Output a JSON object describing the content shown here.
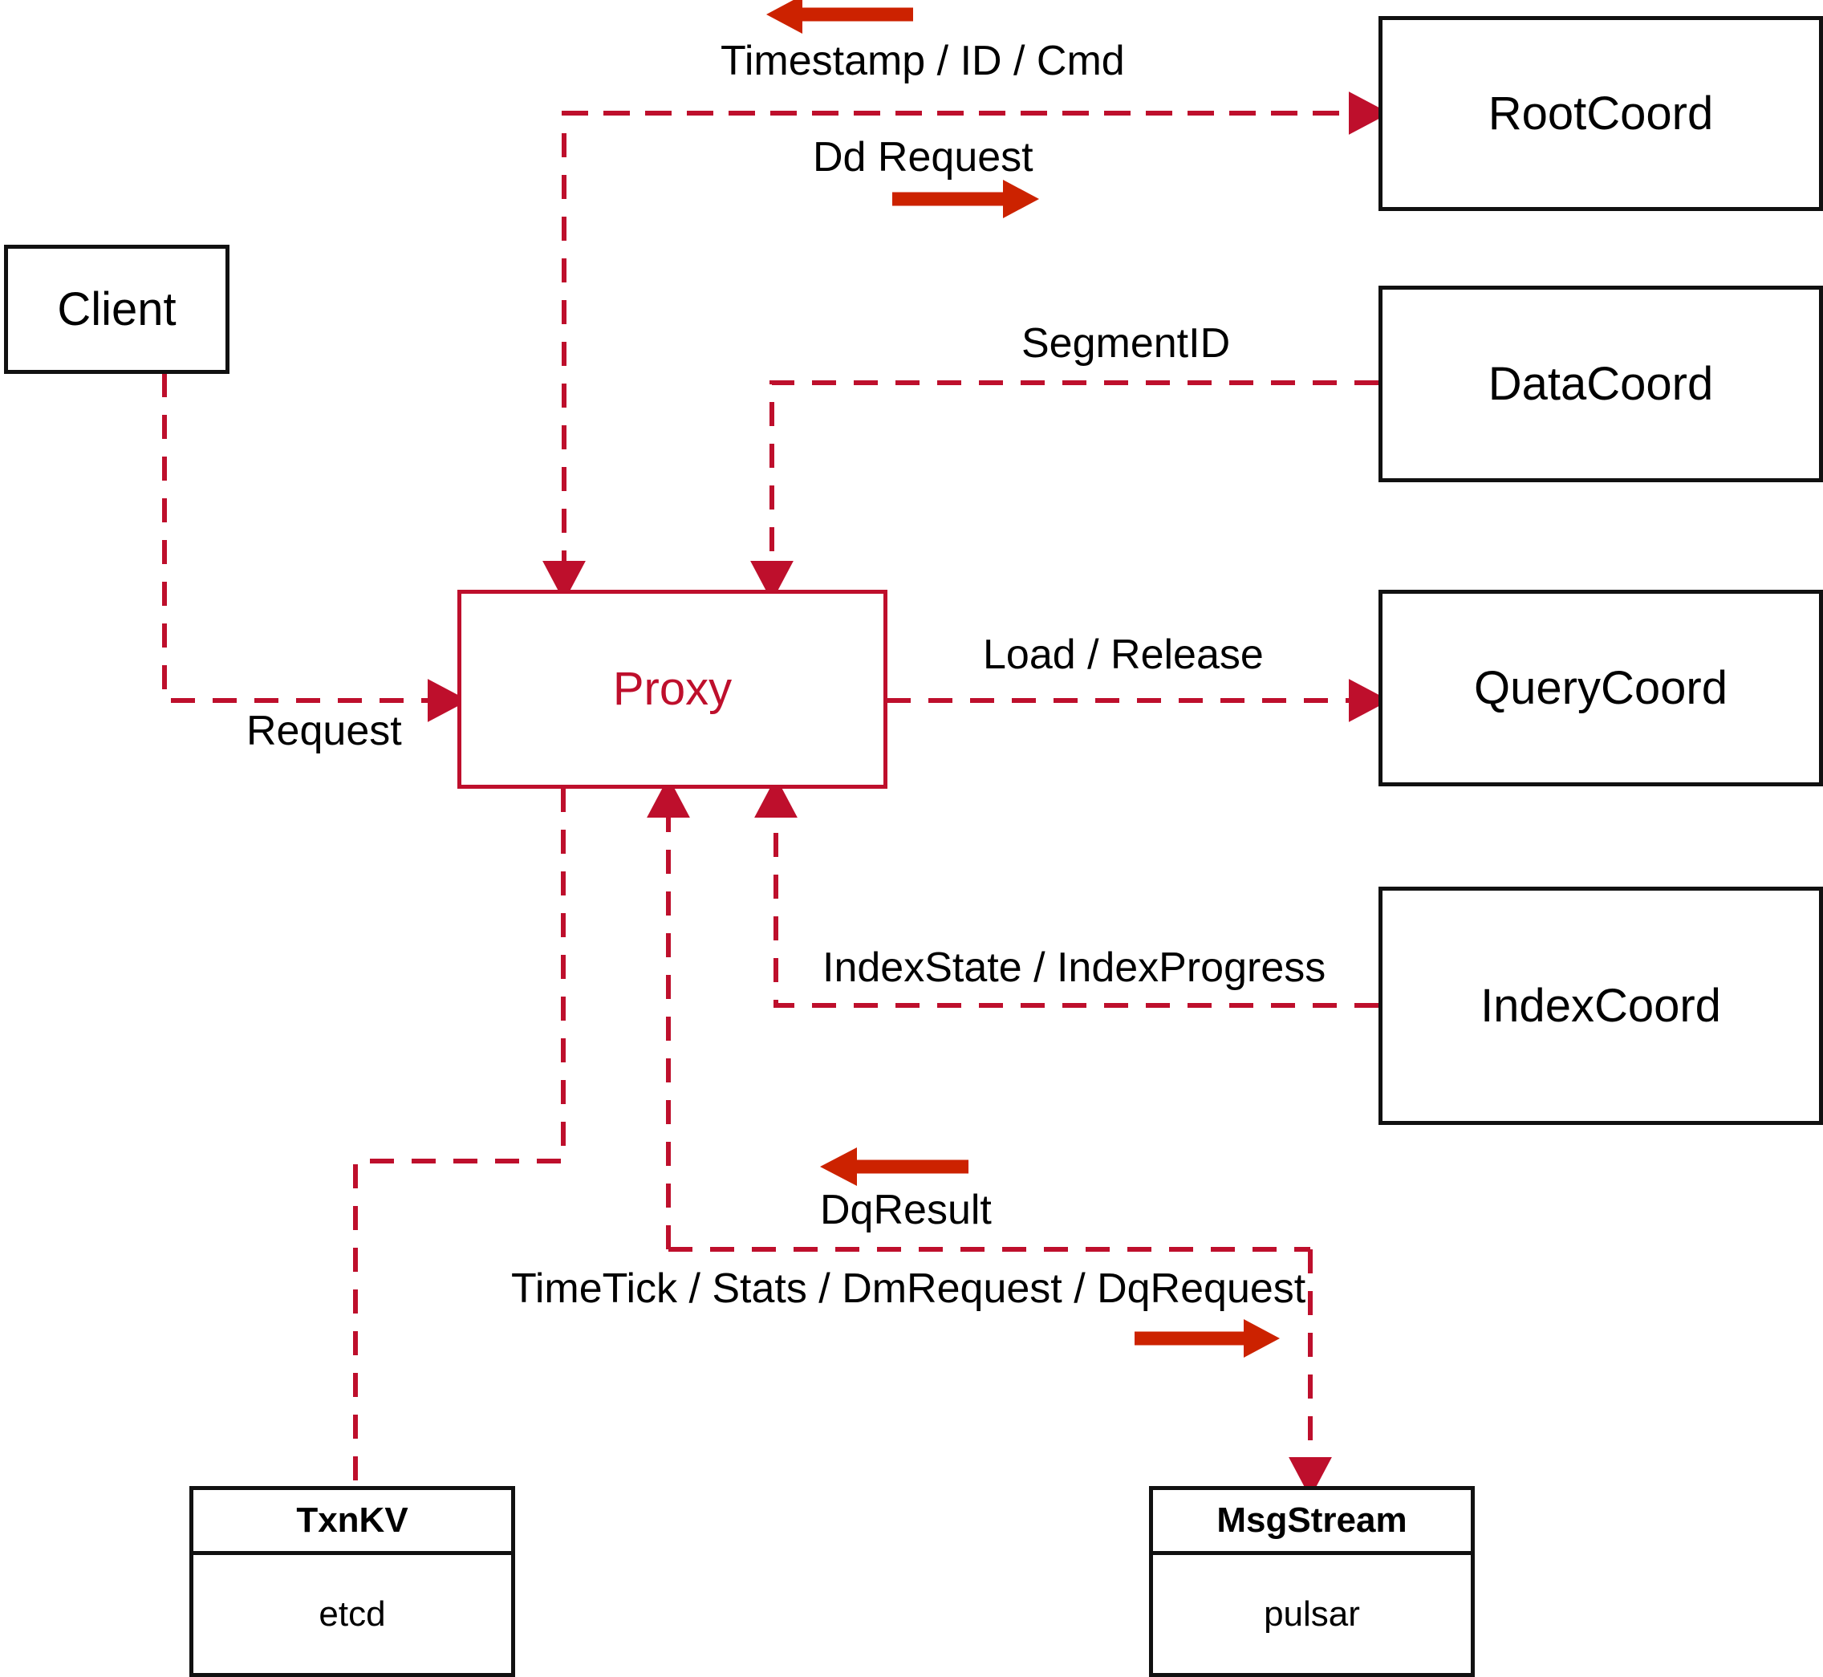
{
  "diagram": {
    "title": "Proxy interaction diagram",
    "accent_color": "#BE0F2C",
    "arrow_color": "#CC2200",
    "node_border_color": "#111111",
    "background": "#FFFFFF"
  },
  "nodes": {
    "client": {
      "label": "Client"
    },
    "proxy": {
      "label": "Proxy"
    },
    "root_coord": {
      "label": "RootCoord"
    },
    "data_coord": {
      "label": "DataCoord"
    },
    "query_coord": {
      "label": "QueryCoord"
    },
    "index_coord": {
      "label": "IndexCoord"
    },
    "txnkv": {
      "title": "TxnKV",
      "impl": "etcd"
    },
    "msgstream": {
      "title": "MsgStream",
      "impl": "pulsar"
    }
  },
  "edge_labels": {
    "timestamp_id_cmd": "Timestamp / ID / Cmd",
    "dd_request": "Dd Request",
    "segment_id": "SegmentID",
    "request": "Request",
    "load_release": "Load / Release",
    "index_state_progress": "IndexState / IndexProgress",
    "dq_result": "DqResult",
    "timetick_stats": "TimeTick / Stats / DmRequest / DqRequest"
  },
  "direction_markers": {
    "timestamp_id_cmd_dir": "arrow-left",
    "dd_request_dir": "arrow-right",
    "dq_result_dir": "arrow-left",
    "timetick_stats_dir": "arrow-right"
  }
}
